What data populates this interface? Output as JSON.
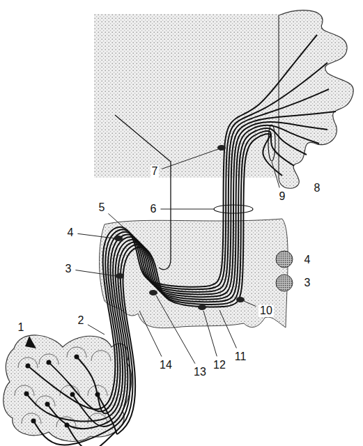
{
  "diagram": {
    "labels": [
      "1",
      "2",
      "3",
      "4",
      "5",
      "6",
      "7",
      "8",
      "9",
      "10",
      "11",
      "12",
      "13",
      "14",
      "4",
      "3"
    ]
  }
}
